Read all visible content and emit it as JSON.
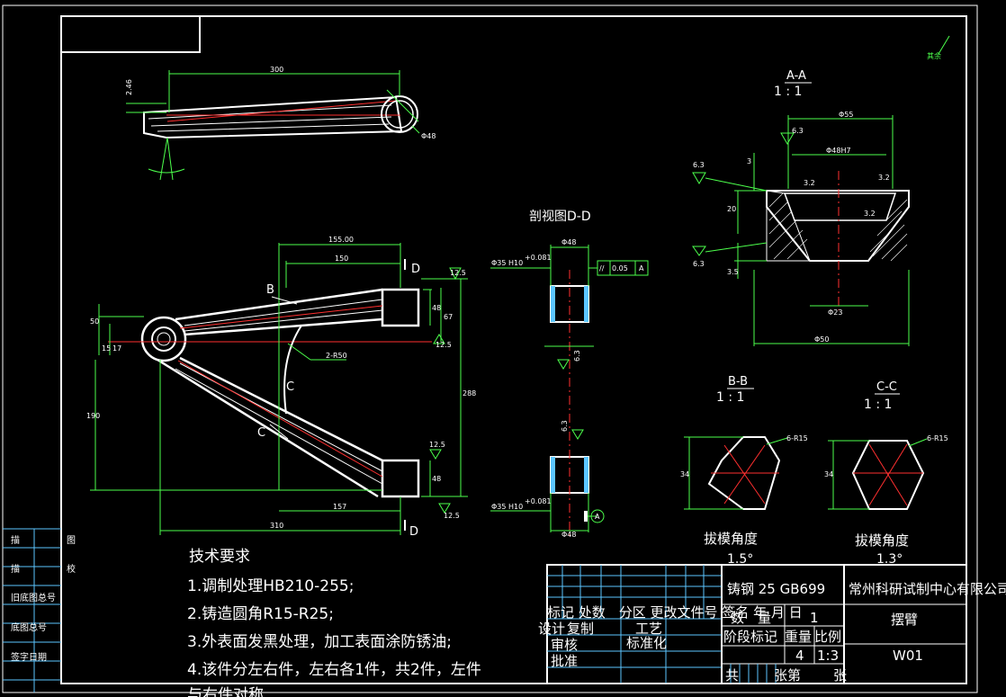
{
  "drawing": {
    "top_view": {
      "length": "300",
      "thickness": "2.46",
      "bore": "Φ48"
    },
    "front_view": {
      "dims": {
        "d155": "155.00",
        "d150": "150",
        "d50": "50",
        "d15": "15",
        "d17": "17",
        "d48a": "48",
        "d67": "67",
        "d288": "288",
        "d190": "190",
        "d157": "157",
        "d310": "310",
        "d48b": "48",
        "r50": "2-R50",
        "ra1": "12.5",
        "ra2": "12.5",
        "ra3": "12.5",
        "ra4": "12.5"
      },
      "labels": {
        "b": "B",
        "c1": "C",
        "c2": "C",
        "d1": "D",
        "d2": "D"
      }
    },
    "section_dd": {
      "title": "剖视图D-D",
      "dia_top": "Φ48",
      "fit_top": "Φ35 H10",
      "tol_top": "+0.081",
      "gdt_sym": "//",
      "gdt_val": "0.05",
      "gdt_ref": "A",
      "rough1": "6.3",
      "rough2": "6.3",
      "fit_bottom": "Φ35 H10",
      "tol_bottom": "+0.081",
      "dia_bottom": "Φ48",
      "datum": "A"
    },
    "section_aa": {
      "title": "A-A",
      "scale": "1 : 1",
      "d55": "Φ55",
      "d48": "Φ48H7",
      "d23": "Φ23",
      "d50": "Φ50",
      "h20": "20",
      "h3": "3",
      "h35": "3.5",
      "c32a": "3.2",
      "c32b": "3.2",
      "c32c": "3.2",
      "rough_a": "6.3",
      "rough_b": "6.3",
      "rough_c": "6.3"
    },
    "section_bb": {
      "title": "B-B",
      "scale": "1 : 1",
      "r": "6-R15",
      "h": "34",
      "draft_label": "拔模角度",
      "draft_value": "1.5°"
    },
    "section_cc": {
      "title": "C-C",
      "scale": "1 : 1",
      "r": "6-R15",
      "h": "34",
      "draft_label": "拔模角度",
      "draft_value": "1.3°"
    },
    "corner_mark": "其余"
  },
  "tech_requirements": {
    "heading": "技术要求",
    "items": [
      "1.调制处理HB210-255;",
      "2.铸造圆角R15-R25;",
      "3.外表面发黑处理，加工表面涂防锈油;",
      "4.该件分左右件，左右各1件，共2件，左件",
      "与右件对称"
    ]
  },
  "title_block": {
    "material": "铸钢 25 GB699",
    "company": "常州科研试制中心有限公司",
    "part_name": "摆臂",
    "drawing_no": "W01",
    "quantity_label": "数　量",
    "quantity": "1",
    "stage_label": "阶段标记",
    "weight_label": "重量",
    "scale_label": "比例",
    "stage_value": "4",
    "scale_value": "1:3",
    "rev_header": "标记 处数　分区 更改文件号 签名 年 月 日",
    "design_label": "设计",
    "review_label": "复制",
    "process_label": "工艺",
    "check_label": "审核",
    "std_label": "标准化",
    "approve_label": "批准",
    "sheets_total_label": "共",
    "sheets_label": "张第",
    "sheet_label": "张"
  },
  "side_block": {
    "rows": [
      [
        "描",
        "图"
      ],
      [
        "描",
        "校"
      ],
      [
        "旧底图总号",
        ""
      ],
      [
        "底图总号",
        ""
      ],
      [
        "签字日期",
        ""
      ]
    ]
  }
}
